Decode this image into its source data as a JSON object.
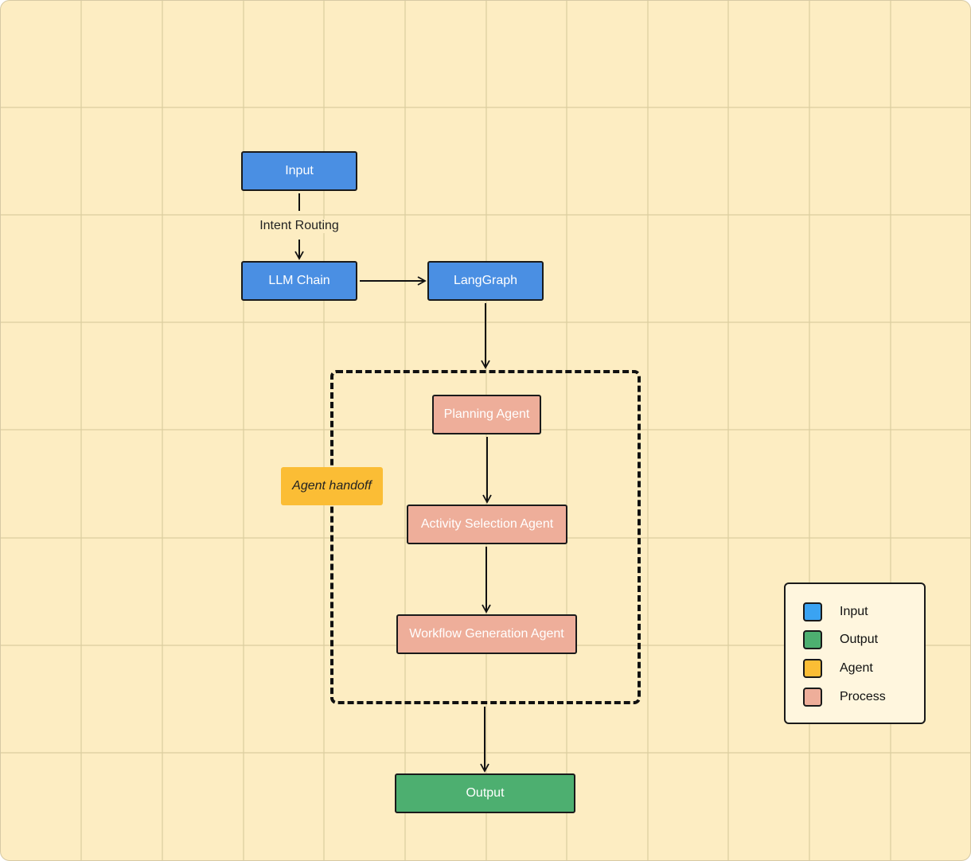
{
  "diagram": {
    "nodes": {
      "input": "Input",
      "llm_chain": "LLM Chain",
      "langgraph": "LangGraph",
      "planning_agent": "Planning Agent",
      "activity_selection_agent": "Activity Selection Agent",
      "workflow_generation_agent": "Workflow Generation Agent",
      "output": "Output"
    },
    "edge_labels": {
      "input_to_llm": "Intent Routing"
    },
    "note": "Agent handoff"
  },
  "legend": {
    "items": [
      {
        "label": "Input",
        "color": "#3aa3f2"
      },
      {
        "label": "Output",
        "color": "#4daf70"
      },
      {
        "label": "Agent",
        "color": "#fbbd35"
      },
      {
        "label": "Process",
        "color": "#eeae9a"
      }
    ]
  },
  "colors": {
    "background": "#fdedc2",
    "grid": "#dbcd9f",
    "node_blue": "#4a8fe3",
    "node_process": "#eeae9a",
    "node_output": "#4daf70",
    "note": "#fbbd35"
  }
}
